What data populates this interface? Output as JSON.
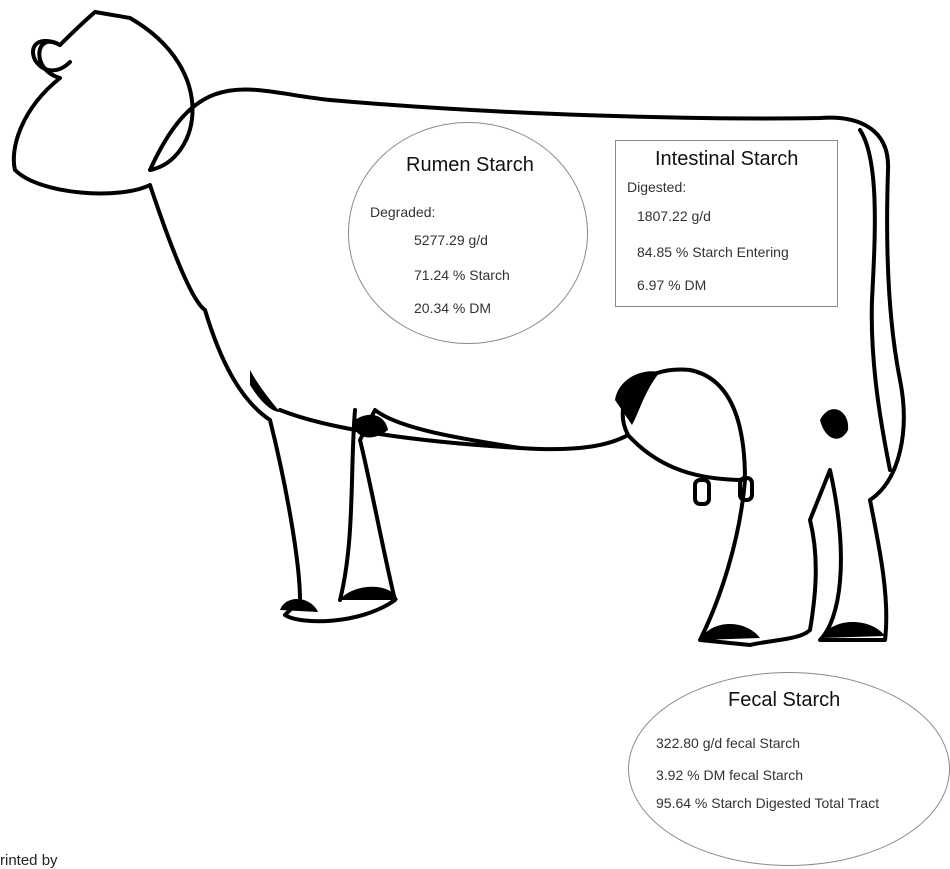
{
  "rumen": {
    "title": "Rumen Starch",
    "label": "Degraded:",
    "line1": "5277.29 g/d",
    "line2": "71.24 % Starch",
    "line3": "20.34 % DM"
  },
  "intestinal": {
    "title": "Intestinal Starch",
    "label": "Digested:",
    "line1": "1807.22 g/d",
    "line2": "84.85 % Starch Entering",
    "line3": "6.97 % DM"
  },
  "fecal": {
    "title": "Fecal Starch",
    "line1": "322.80 g/d fecal Starch",
    "line2": "3.92 % DM fecal Starch",
    "line3": "95.64 % Starch Digested Total Tract"
  },
  "footer": {
    "text": "rinted by"
  }
}
